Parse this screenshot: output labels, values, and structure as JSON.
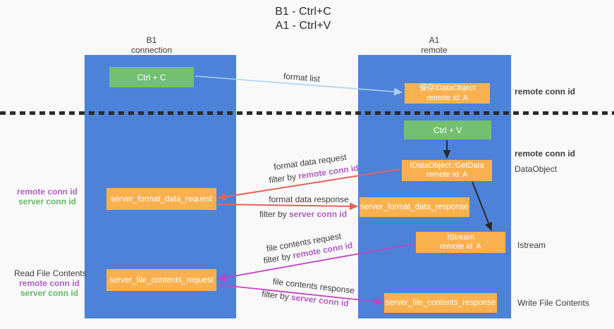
{
  "title": {
    "line1": "B1 - Ctrl+C",
    "line2": "A1 - Ctrl+V"
  },
  "lanes": {
    "left": {
      "name": "B1",
      "role": "connection"
    },
    "right": {
      "name": "A1",
      "role": "remote"
    }
  },
  "boxes": {
    "ctrl_c": {
      "label": "Ctrl + C"
    },
    "ctrl_v": {
      "label": "Ctrl + V"
    },
    "save_dataobject": {
      "line1": "保存IDataObject",
      "line2": "remote id: A"
    },
    "getdata": {
      "line1": "IDataObject::GetData",
      "line2": "remote id: A"
    },
    "istream": {
      "line1": "IStream",
      "line2": "remote id: A"
    },
    "format_request": {
      "label": "server_format_data_request"
    },
    "format_response": {
      "label": "server_format_data_response"
    },
    "file_request": {
      "label": "server_file_contents_request"
    },
    "file_response": {
      "label": "server_file_contents_response"
    }
  },
  "flows": {
    "format_list": {
      "label": "format list"
    },
    "format_request": {
      "label": "format data request",
      "filter_prefix": "filter by ",
      "filter_key": "remote conn id"
    },
    "format_response": {
      "label": "format data response",
      "filter_prefix": "filter by ",
      "filter_key": "server conn id"
    },
    "file_request": {
      "label": "file contents request",
      "filter_prefix": "filter by ",
      "filter_key": "remote conn id"
    },
    "file_response": {
      "label": "file contents response",
      "filter_prefix": "filter by ",
      "filter_key": "server conn id"
    }
  },
  "side_labels": {
    "right_save": "remote conn id",
    "right_ctrl_v": "remote conn id",
    "right_dataobject": "DataObject",
    "right_istream": "Istream",
    "right_write_file": "Write File Contents",
    "left_format_remote": "remote conn id",
    "left_format_server": "server conn id",
    "left_read_file": "Read File Contents",
    "left_file_remote": "remote conn id",
    "left_file_server": "server conn id"
  },
  "colors": {
    "lane_blue": "#4d82d8",
    "box_green": "#72c070",
    "box_orange": "#f9b04e",
    "label_purple": "#b05ec5",
    "label_green": "#5fba62",
    "arrow_red": "#e8625a",
    "arrow_magenta": "#c342c3",
    "arrow_lightblue": "#a9d3f2",
    "arrow_black": "#2b2b2b",
    "dashed_line": "#2a2a2a"
  }
}
